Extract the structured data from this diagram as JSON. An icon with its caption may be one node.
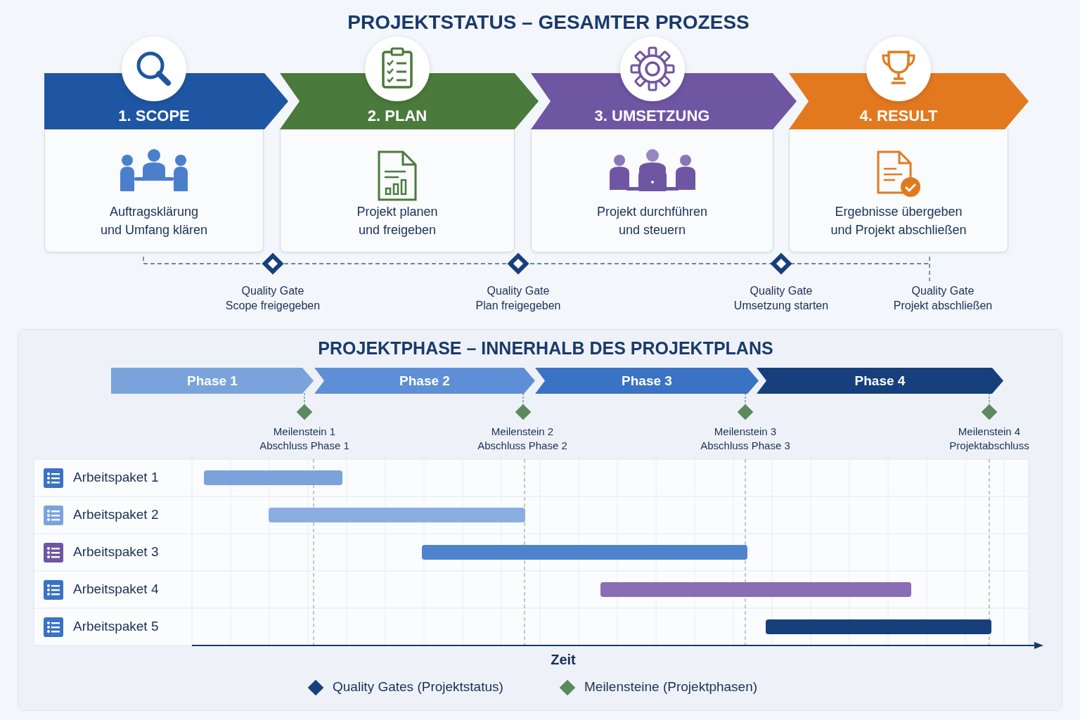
{
  "diagram": {
    "title": "PROJEKTSTATUS – GESAMTER PROZESS",
    "nodes": [
      {
        "text": [
          "1. SCOPE",
          "Auftragsklärung und Umfang klären"
        ]
      },
      {
        "text": [
          "2. PLAN",
          "Projekt planen und freigeben"
        ]
      },
      {
        "text": [
          "3. UMSETZUNG",
          "Projekt durchführen und steuern"
        ]
      },
      {
        "text": [
          "4. RESULT",
          "Ergebnisse übergeben und Projekt abschließen"
        ]
      },
      {
        "text": [
          "PROJEKTPHASE – INNERHALB DES PROJEKTPLANS"
        ]
      },
      {
        "text": [
          "Phase 1"
        ],
        "in": 4
      },
      {
        "text": [
          "Phase 2"
        ],
        "in": 4
      },
      {
        "text": [
          "Phase 3"
        ],
        "in": 4
      },
      {
        "text": [
          "Phase 4"
        ],
        "in": 4
      }
    ],
    "labels": [
      "Quality Gate Scope freigegeben",
      "Quality Gate Plan freigegeben",
      "Quality Gate Umsetzung starten",
      "Quality Gate Projekt abschließen",
      "Meilenstein 1 Abschluss Phase 1",
      "Meilenstein 2 Abschluss Phase 2",
      "Meilenstein 3 Abschluss Phase 3",
      "Meilenstein 4 Projektabschluss",
      "Arbeitspaket 1",
      "Arbeitspaket 2",
      "Arbeitspaket 3",
      "Arbeitspaket 4",
      "Arbeitspaket 5",
      "Zeit"
    ],
    "legend": [
      {
        "text": "Quality Gates (Projektstatus)"
      },
      {
        "text": "Meilensteine (Projektphasen)"
      }
    ]
  }
}
